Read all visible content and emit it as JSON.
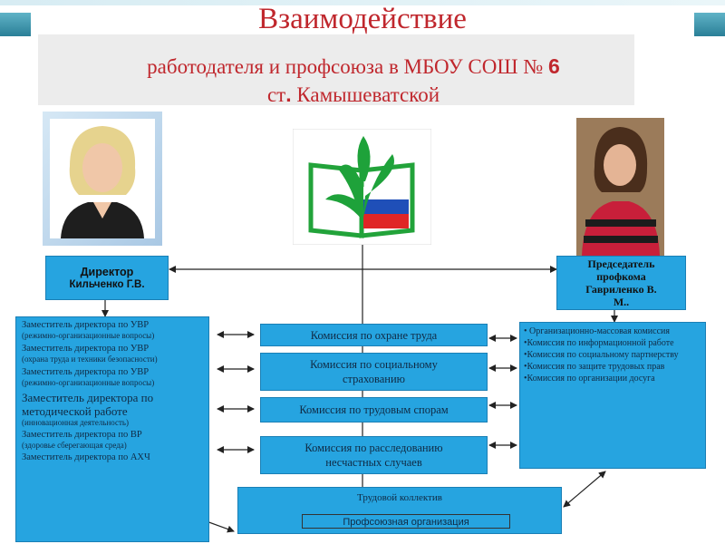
{
  "title": {
    "line1": "Взаимодействие",
    "line2_prefix": "работодателя и профсоюза в МБОУ СОШ № ",
    "line2_number": "6",
    "line3_prefix": "ст",
    "line3_dot": ".",
    "line3_name": " Камышеватской"
  },
  "director": {
    "label": "Директор",
    "name": "Кильченко Г.В."
  },
  "chairman": {
    "label": "Председатель",
    "label2": "профкома",
    "name": "Гавриленко В.",
    "name2": "М.."
  },
  "deputies": [
    {
      "title": "Заместитель директора по УВР",
      "note": "(режимно-организационные вопросы)"
    },
    {
      "title": "Заместитель директора по УВР",
      "note": "(охрана труда и техники безопасности)"
    },
    {
      "title": "Заместитель директора по УВР",
      "note": "(режимно-организационные вопросы)"
    },
    {
      "title": "Заместитель директора по методической работе",
      "note": "(инновационная деятельность)"
    },
    {
      "title": "Заместитель директора по ВР",
      "note": "(здоровье сберегающая среда)"
    },
    {
      "title": "Заместитель директора по АХЧ",
      "note": ""
    }
  ],
  "commissions": [
    "Комиссия по охране труда",
    "Комиссия по социальному страхованию",
    "Комиссия по трудовым спорам",
    "Комиссия по расследованию несчастных случаев"
  ],
  "union_commissions": [
    "Организационно-массовая комиссия",
    "Комиссия по информационной работе",
    "Комиссия по социальному партнерству",
    "Комиссия по защите трудовых прав",
    "Комиссия по организации досуга"
  ],
  "collective": {
    "label": "Трудовой коллектив",
    "union": "Профсоюзная организация"
  },
  "colors": {
    "box": "#26a4e0",
    "title": "#c0272d"
  }
}
